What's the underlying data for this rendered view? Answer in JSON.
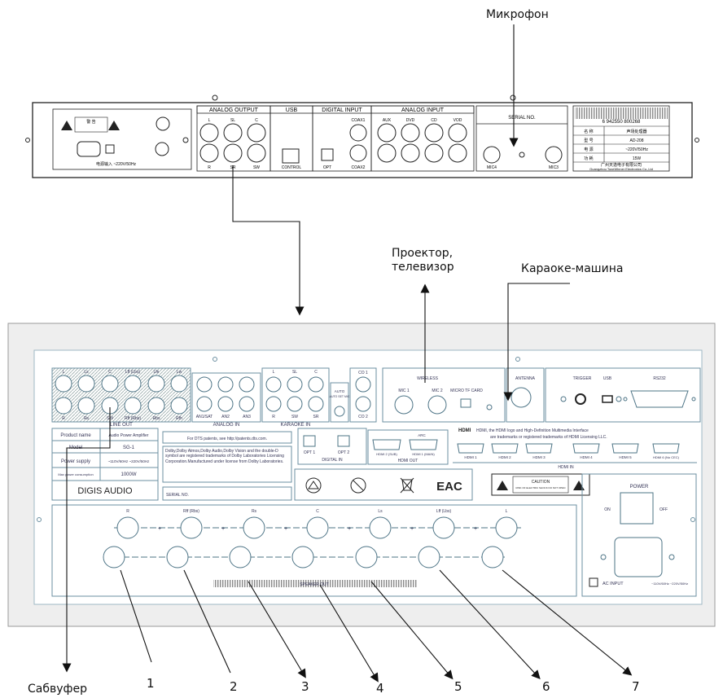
{
  "labels": {
    "microphone": "Микрофон",
    "projector_line1": "Проектор,",
    "projector_line2": "телевизор",
    "karaoke": "Караоке-машина",
    "subwoofer": "Сабвуфер"
  },
  "numbers": [
    "1",
    "2",
    "3",
    "4",
    "5",
    "6",
    "7"
  ],
  "top_device": {
    "warning_head": "警 告",
    "power_input": "电源输入 ~220V/50Hz",
    "analog_output": "ANALOG OUTPUT",
    "usb": "USB",
    "digital_input": "DIGITAL INPUT",
    "analog_input": "ANALOG INPUT",
    "serial_no": "SERIAL NO.",
    "out_labels_top": [
      "L",
      "SL",
      "C"
    ],
    "out_labels_bottom": [
      "R",
      "SR",
      "SW"
    ],
    "control": "CONTROL",
    "opt": "OPT",
    "coax1": "COAX1",
    "coax2": "COAX2",
    "in_labels": [
      "AUX",
      "DVD",
      "CD",
      "VOD"
    ],
    "mic4": "MIC4",
    "mic3": "MIC3",
    "barcode": "6 942550 800268",
    "spec_rows": [
      [
        "名 称",
        "声场处理器"
      ],
      [
        "型 号",
        "AD-208"
      ],
      [
        "电 源",
        "~220V/50Hz"
      ],
      [
        "功 耗",
        "15W"
      ]
    ],
    "company": "广州天逸电子有限公司",
    "company_en": "Guangzhou ToneWinner Electronics Co.,Ltd"
  },
  "bottom_device": {
    "line_out": "LINE OUT",
    "line_out_labels": [
      "L",
      "Ls",
      "C",
      "Lff (Lbs)",
      "Lfe",
      "Lw"
    ],
    "line_out_labels_bottom": [
      "R",
      "Rs",
      "SW",
      "Rff (Rbs)",
      "Rbs",
      "Rfh"
    ],
    "analog_in": "ANALOG IN",
    "analog_in_labels": [
      "AN1/SAT",
      "AN2",
      "AN3"
    ],
    "karaoke_in": "KARAOKE IN",
    "karaoke_top": [
      "L",
      "SL",
      "C"
    ],
    "karaoke_bottom": [
      "R",
      "SW",
      "SR"
    ],
    "auto_set_mic": "AUTO SET MIC",
    "coax": [
      "CO 1",
      "CO 2"
    ],
    "wireless": "WIRELESS",
    "mic1": "MIC 1",
    "mic2": "MIC 2",
    "micro_tf": "MICRO TF CARD",
    "antenna": "ANTENNA",
    "trigger": "TRIGGER",
    "usb": "USB",
    "rs232": "RS232",
    "opt1": "OPT 1",
    "opt2": "OPT 2",
    "digital_in": "DIGITAL IN",
    "hdmi_out": "HDMI OUT",
    "hdmi_out_ports": [
      "HDMI 2 (SUB)",
      "HDMI 1 (MAIN)"
    ],
    "arc": "ARC",
    "hdmi_note_1": "HDMI, the HDMI logo and High-Definition Multimedia Interface",
    "hdmi_note_2": "are trademarks or registered trademarks of HDMI Licensing LLC.",
    "hdmi_in": "HDMI IN",
    "hdmi_in_ports": [
      "HDMI 1",
      "HDMI 2",
      "HDMI 3",
      "HDMI 4",
      "HDMI 5",
      "HDMI 6 (No CEC)"
    ],
    "spec_rows": [
      [
        "Product name",
        "Audio Power Amplifier"
      ],
      [
        "Model",
        "SG-1"
      ],
      [
        "Power supply",
        "~110V/60Hz ~220V/50Hz"
      ],
      [
        "Max power consumption",
        "1000W"
      ]
    ],
    "brand": "DIGIS AUDIO",
    "dts_note": "For DTS patents, see http://patents.dts.com.",
    "dolby_note": "Dolby,Dolby Atmos,Dolby Audio,Dolby Vision and the double-D symbol are registered trademarks of Dolby Laboratories Licensing Corporation.Manufactured under license from Dolby Laboratories.",
    "serial_no": "SERIAL NO.",
    "eac": "EAC",
    "caution": "CAUTION",
    "caution_sub": "RISK OF ELECTRIC SHOCK DO NOT OPEN",
    "power": "POWER",
    "on": "ON",
    "off": "OFF",
    "speaker_labels": [
      "R",
      "Rff (Rbs)",
      "Rs",
      "C",
      "Ls",
      "Lff (Lbs)",
      "L"
    ],
    "speaker_out": "SPEAKER OUT",
    "ac_input": "AC INPUT",
    "ac_spec": "~110V/60Hz ~220V/50Hz"
  }
}
